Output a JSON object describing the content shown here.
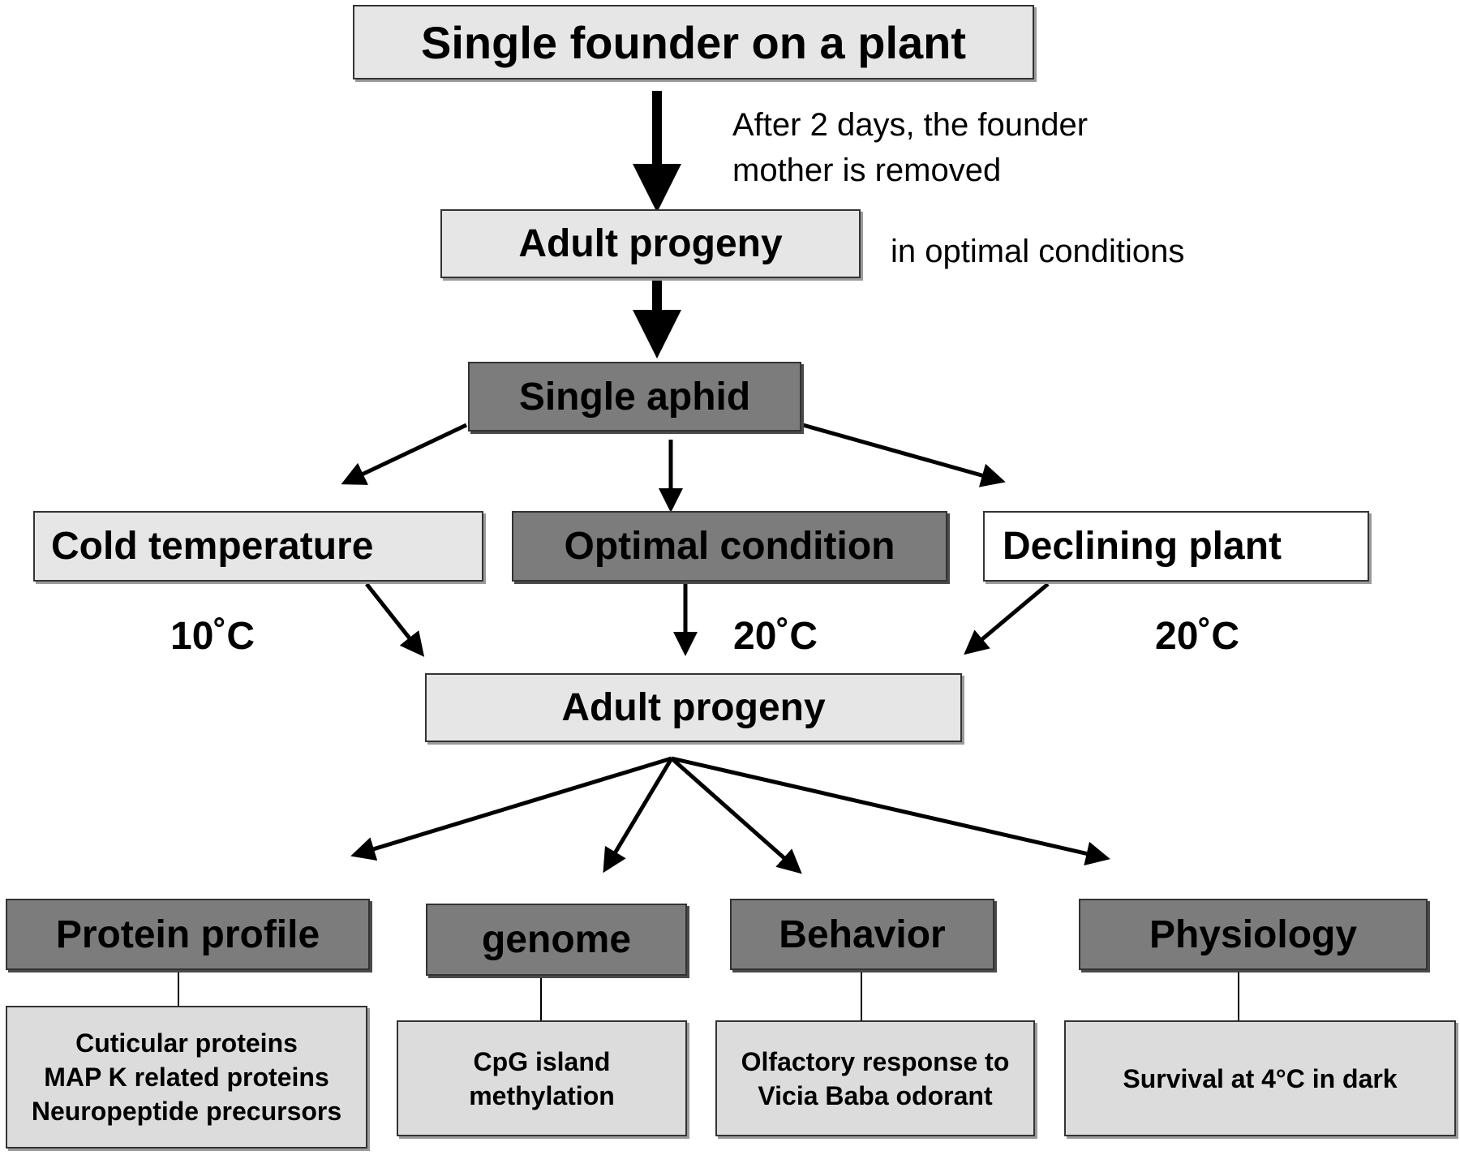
{
  "steps": {
    "founder": "Single founder on a plant",
    "founder_note": "After 2 days, the founder\nmother is removed",
    "adult_progeny_1": "Adult progeny",
    "optimal_note": "in   optimal conditions",
    "single_aphid": "Single aphid"
  },
  "conditions": [
    {
      "label": "Cold temperature",
      "temp": "10˚C"
    },
    {
      "label": "Optimal condition",
      "temp": "20˚C"
    },
    {
      "label": "Declining plant",
      "temp": "20˚C"
    }
  ],
  "adult_progeny_2": "Adult progeny",
  "analyses": [
    {
      "label": "Protein profile",
      "detail": "Cuticular proteins\nMAP K related proteins\nNeuropeptide precursors"
    },
    {
      "label": "genome",
      "detail": "CpG island\nmethylation"
    },
    {
      "label": "Behavior",
      "detail": "Olfactory response to\nVicia Baba odorant"
    },
    {
      "label": "Physiology",
      "detail": "Survival at 4°C in dark"
    }
  ],
  "colors": {
    "light_box": "#e6e6e6",
    "dark_box": "#7c7c7c",
    "white_box": "#ffffff",
    "detail_box": "#dcdcdc",
    "arrow": "#000000"
  }
}
